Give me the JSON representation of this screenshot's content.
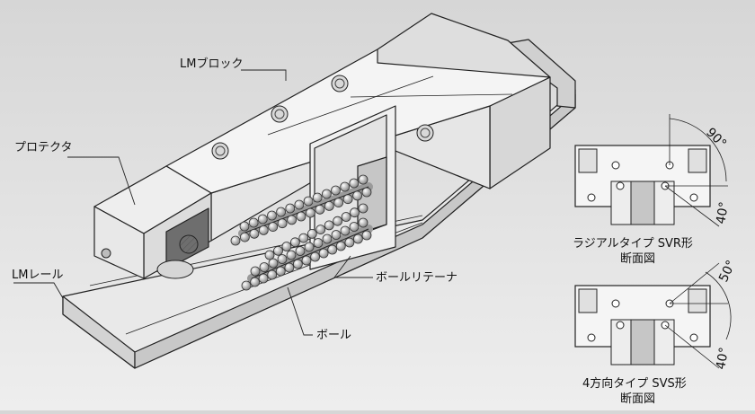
{
  "labels": {
    "lm_block": "LMブロック",
    "protector": "プロテクタ",
    "lm_rail": "LMレール",
    "ball_retainer": "ボールリテーナ",
    "ball": "ボール"
  },
  "sections": [
    {
      "title": "ラジアルタイプ SVR形",
      "subtitle": "断面図",
      "angle_top": "90°",
      "angle_bottom": "40°"
    },
    {
      "title": "4方向タイプ SVS形",
      "subtitle": "断面図",
      "angle_top": "50°",
      "angle_bottom": "40°"
    }
  ]
}
